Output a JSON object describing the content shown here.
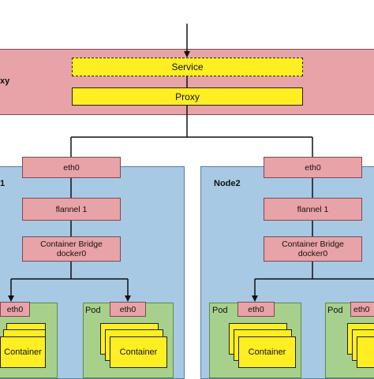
{
  "proxy_band": {
    "label": "xy"
  },
  "service": {
    "label": "Service"
  },
  "proxy": {
    "label": "Proxy"
  },
  "node1": {
    "label": "1",
    "eth0": "eth0",
    "flannel": "flannel 1",
    "bridge": "Container Bridge\ndocker0",
    "pod_left": {
      "eth0": "eth0",
      "container": "Container"
    },
    "pod_right": {
      "label": "Pod",
      "eth0": "eth0",
      "container": "Container"
    }
  },
  "node2": {
    "label": "Node2",
    "eth0": "eth0",
    "flannel": "flannel 1",
    "bridge": "Container Bridge\ndocker0",
    "pod_left": {
      "label": "Pod",
      "eth0": "eth0",
      "container": "Container"
    },
    "pod_right": {
      "label": "Pod",
      "eth0": "eth0"
    }
  },
  "colors": {
    "band": "#e8a3a8",
    "yellow": "#ffee22",
    "node": "#a8c9e4",
    "pod": "#a7d08c"
  }
}
